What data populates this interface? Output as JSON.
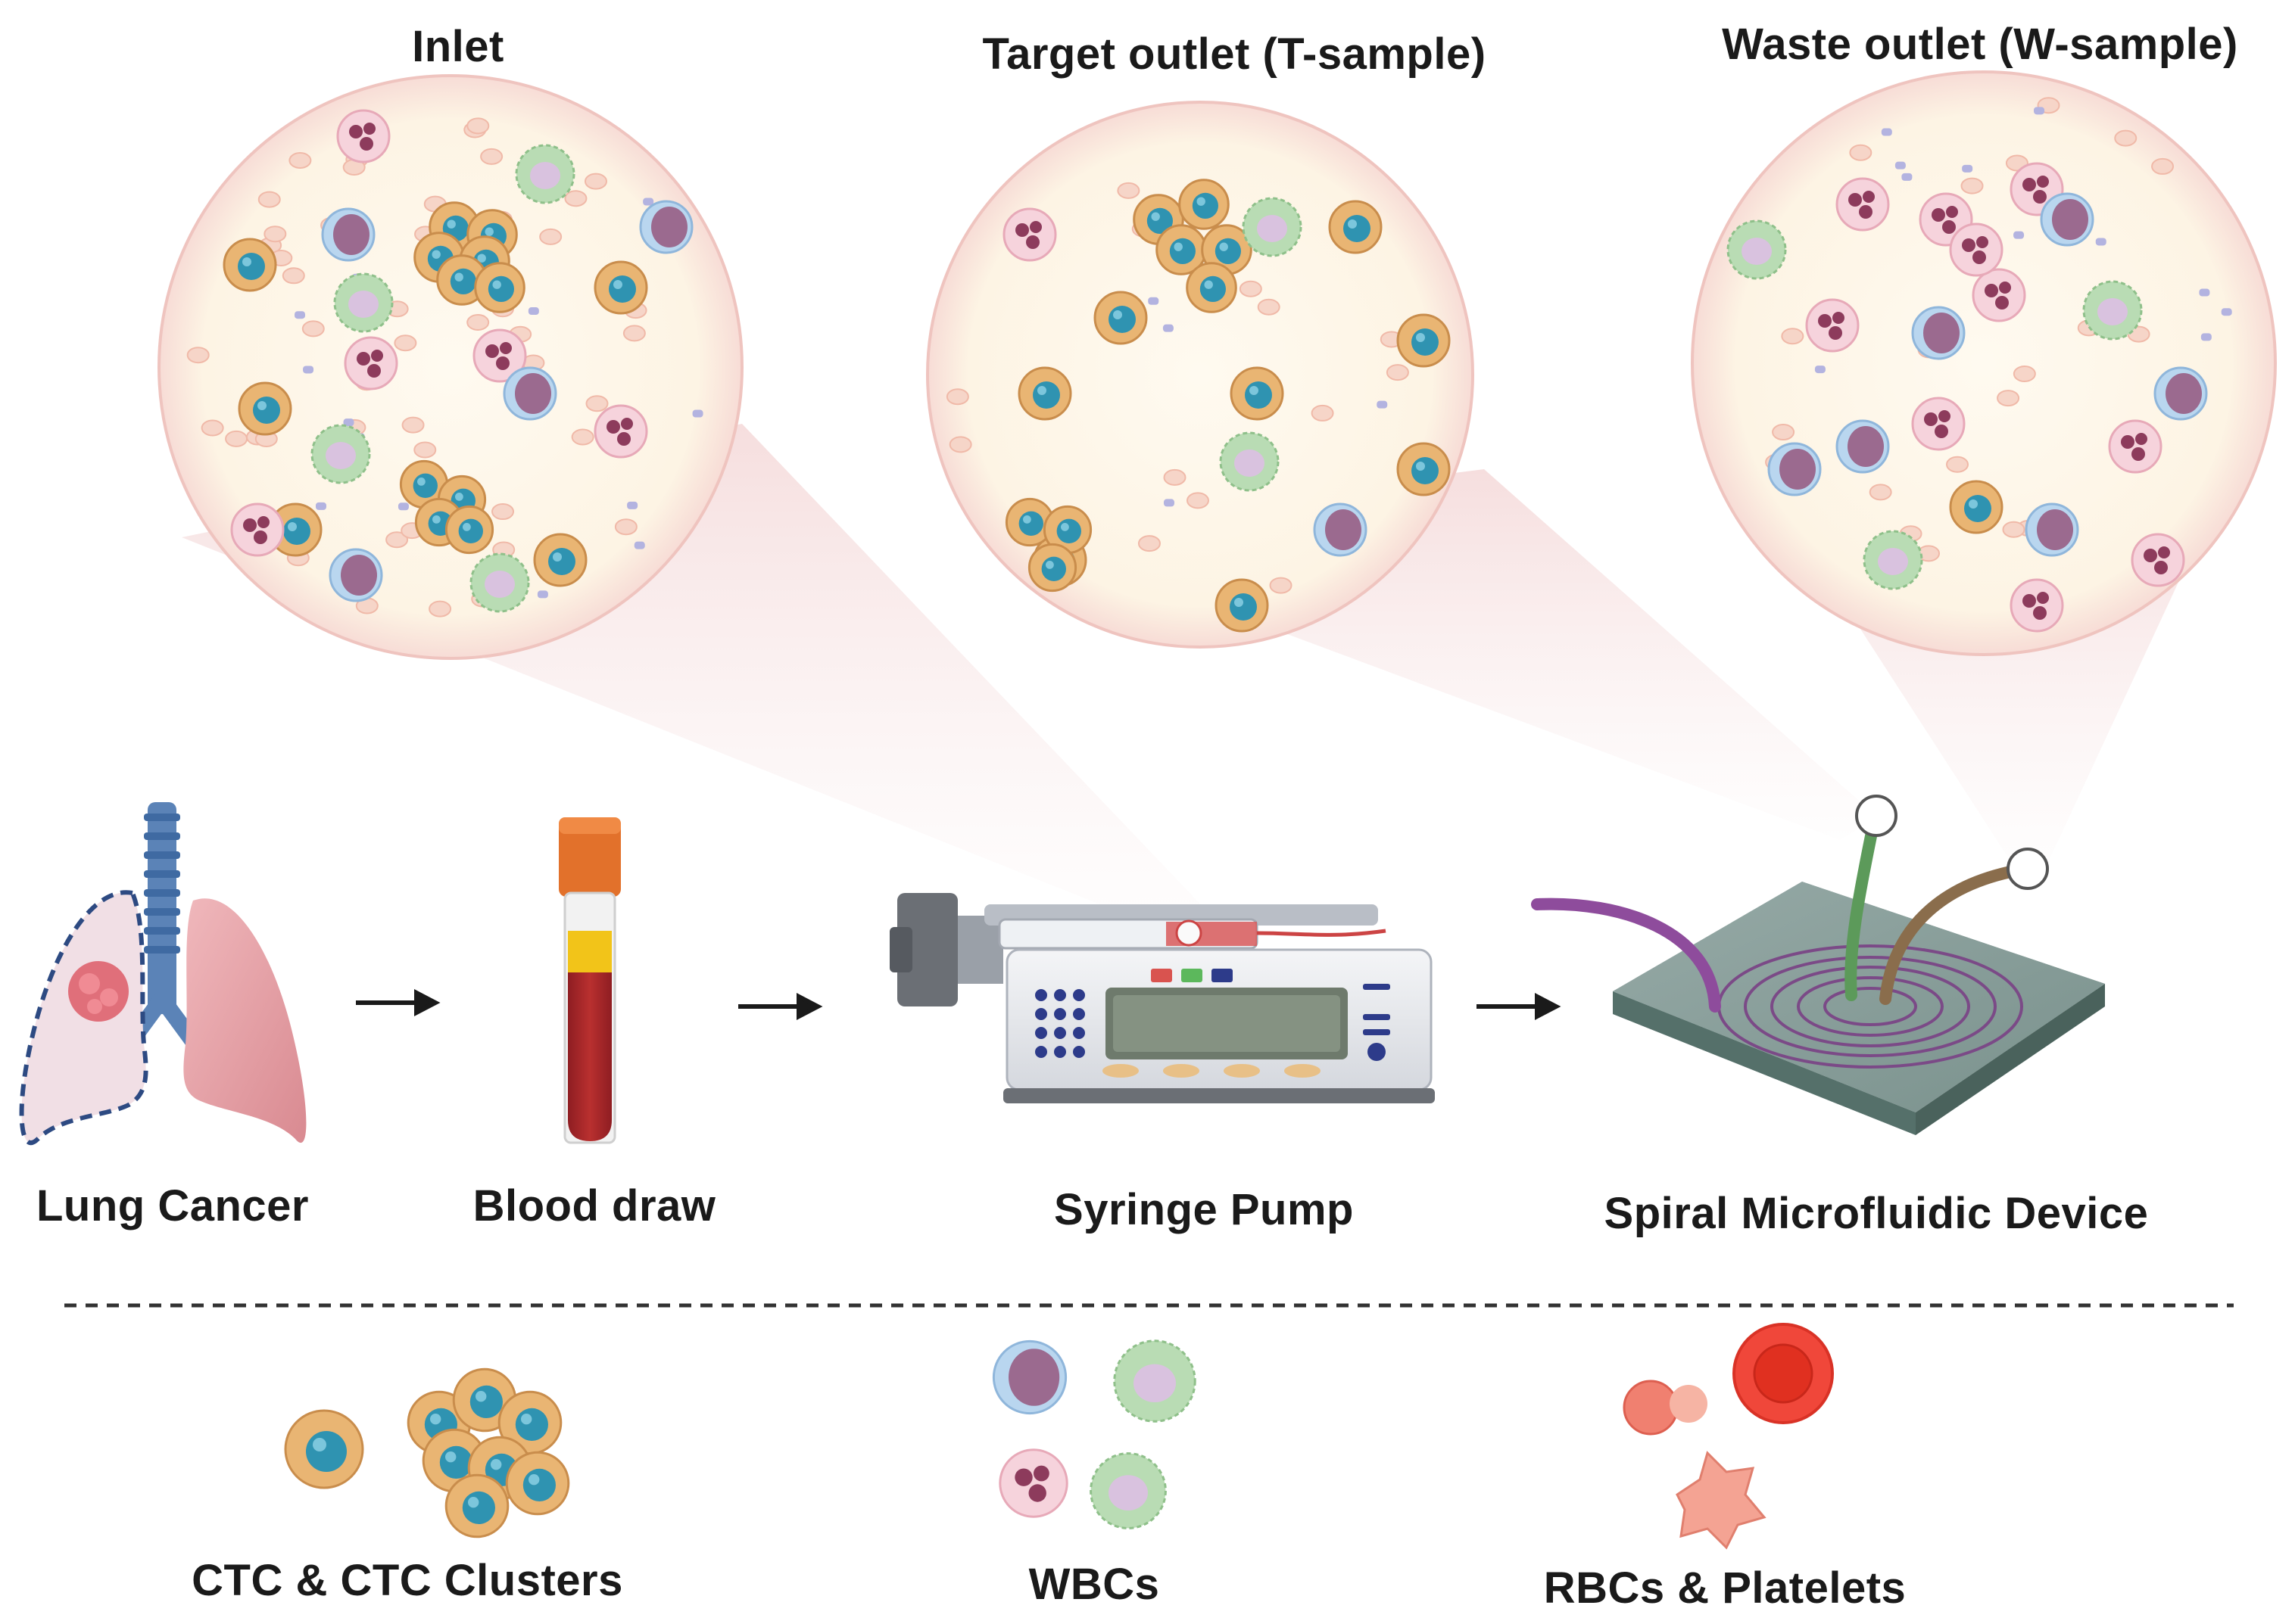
{
  "header_labels": {
    "inlet": "Inlet",
    "target": "Target outlet (T-sample)",
    "waste": "Waste outlet (W-sample)"
  },
  "workflow": {
    "lung": "Lung Cancer",
    "blood": "Blood draw",
    "pump": "Syringe Pump",
    "device": "Spiral Microfluidic Device"
  },
  "legend": {
    "ctc": "CTC & CTC Clusters",
    "wbc": "WBCs",
    "rbc": "RBCs & Platelets"
  },
  "colors": {
    "circle_fill": "#fdf7e9",
    "circle_edge": "#f1c7c4",
    "cone": "#f4dede",
    "ctc_body": "#e9b573",
    "ctc_nucleus": "#2f93b1",
    "wbc_pink": "#f6d3dc",
    "wbc_lobes": "#8d3b5c",
    "wbc_blue_ring": "#b9d6ef",
    "wbc_purple": "#9b6a8f",
    "wbc_green": "#b9dcb4",
    "rbc": "#f4a99a",
    "platelet": "#b3b3e0",
    "lung": "#e8a6ab",
    "trachea": "#5b83b7",
    "tube_blood": "#a8262b",
    "tube_plasma": "#f2c419",
    "tube_cap": "#e2712b",
    "chip": "#8aa29d",
    "tube_purple": "#8e4c9c",
    "tube_green": "#5c9a5a",
    "tube_brown": "#8a6d4c"
  }
}
